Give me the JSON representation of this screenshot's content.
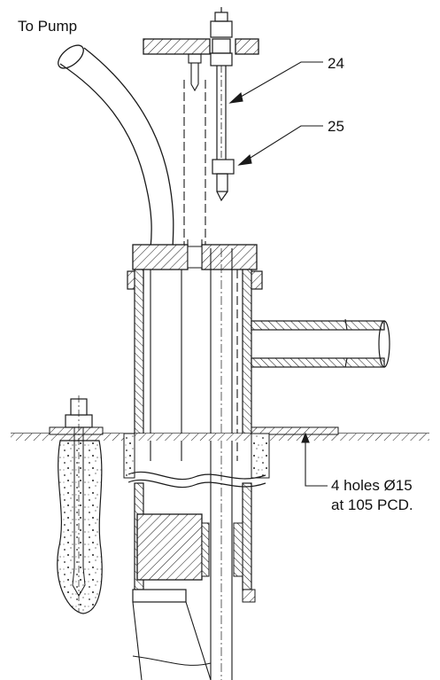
{
  "labels": {
    "to_pump": "To Pump",
    "part_24": "24",
    "part_25": "25",
    "holes_line1": "4 holes Ø15",
    "holes_line2": "at 105 PCD."
  },
  "colors": {
    "ink": "#1a1a1a",
    "background": "#ffffff"
  }
}
